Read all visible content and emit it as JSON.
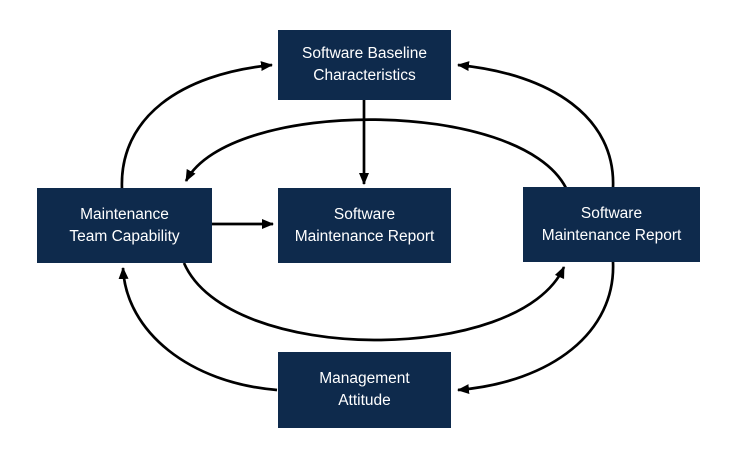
{
  "diagram": {
    "title": "software-maintenance-influence-diagram",
    "colors": {
      "node_fill": "#0e2a4c",
      "node_text": "#ffffff",
      "arrow": "#000000",
      "background": "#ffffff"
    },
    "nodes": [
      {
        "id": "software-baseline-characteristics",
        "line1": "Software Baseline",
        "line2": "Characteristics"
      },
      {
        "id": "maintenance-team-capability",
        "line1": "Maintenance",
        "line2": "Team Capability"
      },
      {
        "id": "software-maintenance-report-center",
        "line1": "Software",
        "line2": "Maintenance Report"
      },
      {
        "id": "software-maintenance-report-right",
        "line1": "Software",
        "line2": "Maintenance Report"
      },
      {
        "id": "management-attitude",
        "line1": "Management",
        "line2": "Attitude"
      }
    ],
    "edges": [
      {
        "from": "software-baseline-characteristics",
        "to": "software-maintenance-report-center",
        "style": "straight-down"
      },
      {
        "from": "maintenance-team-capability",
        "to": "software-maintenance-report-center",
        "style": "straight-right"
      },
      {
        "from": "maintenance-team-capability",
        "to": "software-baseline-characteristics",
        "style": "curved-outer-top-left"
      },
      {
        "from": "software-maintenance-report-right",
        "to": "software-baseline-characteristics",
        "style": "curved-outer-top-right"
      },
      {
        "from": "software-maintenance-report-right",
        "to": "management-attitude",
        "style": "curved-outer-bottom-right"
      },
      {
        "from": "management-attitude",
        "to": "maintenance-team-capability",
        "style": "curved-outer-bottom-left"
      },
      {
        "from": "software-maintenance-report-right",
        "to": "maintenance-team-capability",
        "style": "curved-inner-top"
      },
      {
        "from": "maintenance-team-capability",
        "to": "software-maintenance-report-right",
        "style": "curved-inner-bottom"
      }
    ]
  }
}
